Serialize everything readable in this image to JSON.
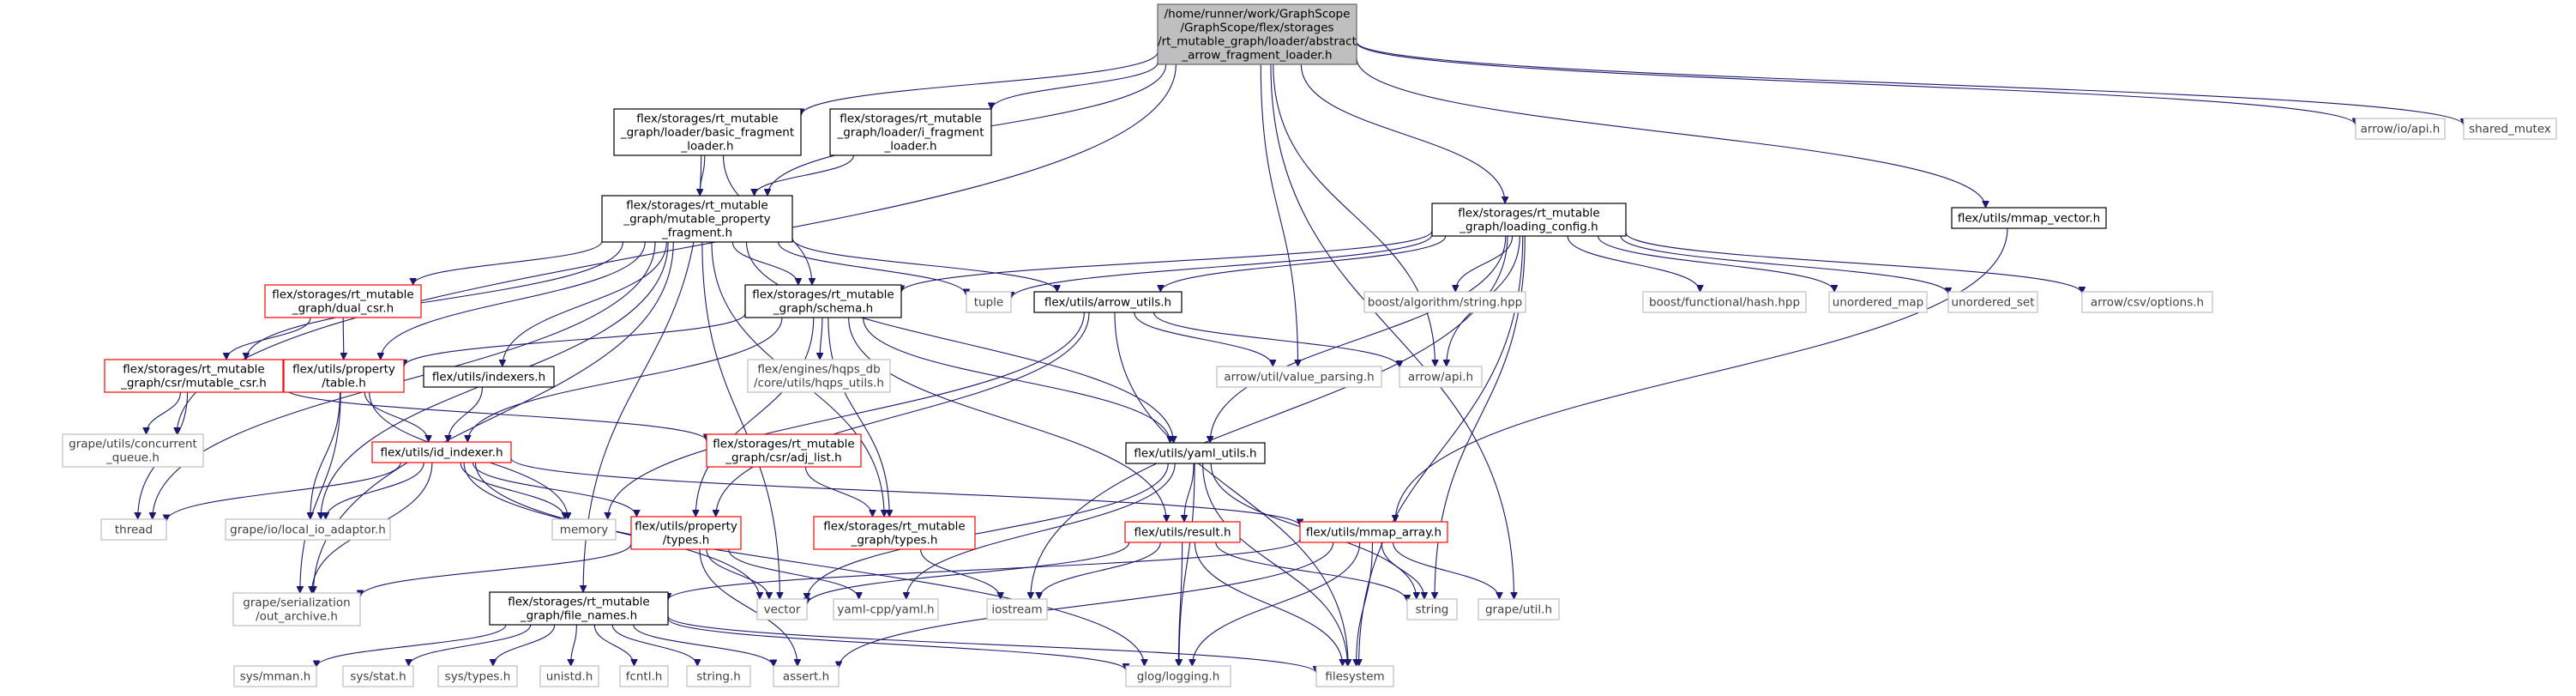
{
  "colors": {
    "edge": "#191970",
    "node_text": "#000000",
    "external_text": "#404040",
    "external_border": "#bfbfbf",
    "local_border": "#000000",
    "incomplete_border": "#ff0000",
    "root_fill": "#bfbfbf",
    "node_fill": "#ffffff"
  },
  "nodes": [
    {
      "id": "root",
      "lines": [
        "/home/runner/work/GraphScope",
        "/GraphScope/flex/storages",
        "/rt_mutable_graph/loader/abstract",
        "_arrow_fragment_loader.h"
      ],
      "kind": "root"
    },
    {
      "id": "basic_loader",
      "lines": [
        "flex/storages/rt_mutable",
        "_graph/loader/basic_fragment",
        "_loader.h"
      ],
      "kind": "local"
    },
    {
      "id": "i_loader",
      "lines": [
        "flex/storages/rt_mutable",
        "_graph/loader/i_fragment",
        "_loader.h"
      ],
      "kind": "local"
    },
    {
      "id": "loading_config",
      "lines": [
        "flex/storages/rt_mutable",
        "_graph/loading_config.h"
      ],
      "kind": "local"
    },
    {
      "id": "mmap_vector",
      "lines": [
        "flex/utils/mmap_vector.h"
      ],
      "kind": "local"
    },
    {
      "id": "arrow_io_api",
      "lines": [
        "arrow/io/api.h"
      ],
      "kind": "external"
    },
    {
      "id": "shared_mutex",
      "lines": [
        "shared_mutex"
      ],
      "kind": "external"
    },
    {
      "id": "mutable_fragment",
      "lines": [
        "flex/storages/rt_mutable",
        "_graph/mutable_property",
        "_fragment.h"
      ],
      "kind": "local"
    },
    {
      "id": "dual_csr",
      "lines": [
        "flex/storages/rt_mutable",
        "_graph/dual_csr.h"
      ],
      "kind": "incomplete"
    },
    {
      "id": "schema",
      "lines": [
        "flex/storages/rt_mutable",
        "_graph/schema.h"
      ],
      "kind": "local"
    },
    {
      "id": "tuple",
      "lines": [
        "tuple"
      ],
      "kind": "external"
    },
    {
      "id": "arrow_utils",
      "lines": [
        "flex/utils/arrow_utils.h"
      ],
      "kind": "local"
    },
    {
      "id": "boost_string",
      "lines": [
        "boost/algorithm/string.hpp"
      ],
      "kind": "external"
    },
    {
      "id": "boost_hash",
      "lines": [
        "boost/functional/hash.hpp"
      ],
      "kind": "external"
    },
    {
      "id": "unordered_map",
      "lines": [
        "unordered_map"
      ],
      "kind": "external"
    },
    {
      "id": "unordered_set",
      "lines": [
        "unordered_set"
      ],
      "kind": "external"
    },
    {
      "id": "arrow_csv",
      "lines": [
        "arrow/csv/options.h"
      ],
      "kind": "external"
    },
    {
      "id": "mutable_csr",
      "lines": [
        "flex/storages/rt_mutable",
        "_graph/csr/mutable_csr.h"
      ],
      "kind": "incomplete"
    },
    {
      "id": "property_table",
      "lines": [
        "flex/utils/property",
        "/table.h"
      ],
      "kind": "incomplete"
    },
    {
      "id": "indexers",
      "lines": [
        "flex/utils/indexers.h"
      ],
      "kind": "local"
    },
    {
      "id": "hqps_utils",
      "lines": [
        "flex/engines/hqps_db",
        "/core/utils/hqps_utils.h"
      ],
      "kind": "external"
    },
    {
      "id": "value_parsing",
      "lines": [
        "arrow/util/value_parsing.h"
      ],
      "kind": "external"
    },
    {
      "id": "arrow_api",
      "lines": [
        "arrow/api.h"
      ],
      "kind": "external"
    },
    {
      "id": "concurrent_queue",
      "lines": [
        "grape/utils/concurrent",
        "_queue.h"
      ],
      "kind": "external"
    },
    {
      "id": "id_indexer",
      "lines": [
        "flex/utils/id_indexer.h"
      ],
      "kind": "incomplete"
    },
    {
      "id": "adj_list",
      "lines": [
        "flex/storages/rt_mutable",
        "_graph/csr/adj_list.h"
      ],
      "kind": "incomplete"
    },
    {
      "id": "yaml_utils",
      "lines": [
        "flex/utils/yaml_utils.h"
      ],
      "kind": "local"
    },
    {
      "id": "thread",
      "lines": [
        "thread"
      ],
      "kind": "external"
    },
    {
      "id": "local_io",
      "lines": [
        "grape/io/local_io_adaptor.h"
      ],
      "kind": "external"
    },
    {
      "id": "memory",
      "lines": [
        "memory"
      ],
      "kind": "external"
    },
    {
      "id": "prop_types",
      "lines": [
        "flex/utils/property",
        "/types.h"
      ],
      "kind": "incomplete"
    },
    {
      "id": "graph_types",
      "lines": [
        "flex/storages/rt_mutable",
        "_graph/types.h"
      ],
      "kind": "incomplete"
    },
    {
      "id": "result",
      "lines": [
        "flex/utils/result.h"
      ],
      "kind": "incomplete"
    },
    {
      "id": "mmap_array",
      "lines": [
        "flex/utils/mmap_array.h"
      ],
      "kind": "incomplete"
    },
    {
      "id": "out_archive",
      "lines": [
        "grape/serialization",
        "/out_archive.h"
      ],
      "kind": "external"
    },
    {
      "id": "vector",
      "lines": [
        "vector"
      ],
      "kind": "external"
    },
    {
      "id": "yaml_cpp",
      "lines": [
        "yaml-cpp/yaml.h"
      ],
      "kind": "external"
    },
    {
      "id": "iostream",
      "lines": [
        "iostream"
      ],
      "kind": "external"
    },
    {
      "id": "string",
      "lines": [
        "string"
      ],
      "kind": "external"
    },
    {
      "id": "grape_util",
      "lines": [
        "grape/util.h"
      ],
      "kind": "external"
    },
    {
      "id": "file_names",
      "lines": [
        "flex/storages/rt_mutable",
        "_graph/file_names.h"
      ],
      "kind": "local"
    },
    {
      "id": "sys_mman",
      "lines": [
        "sys/mman.h"
      ],
      "kind": "external"
    },
    {
      "id": "sys_stat",
      "lines": [
        "sys/stat.h"
      ],
      "kind": "external"
    },
    {
      "id": "sys_types",
      "lines": [
        "sys/types.h"
      ],
      "kind": "external"
    },
    {
      "id": "unistd",
      "lines": [
        "unistd.h"
      ],
      "kind": "external"
    },
    {
      "id": "fcntl",
      "lines": [
        "fcntl.h"
      ],
      "kind": "external"
    },
    {
      "id": "string_h",
      "lines": [
        "string.h"
      ],
      "kind": "external"
    },
    {
      "id": "assert",
      "lines": [
        "assert.h"
      ],
      "kind": "external"
    },
    {
      "id": "glog",
      "lines": [
        "glog/logging.h"
      ],
      "kind": "external"
    },
    {
      "id": "filesystem",
      "lines": [
        "filesystem"
      ],
      "kind": "external"
    }
  ],
  "edges": [
    [
      "root",
      "basic_loader"
    ],
    [
      "root",
      "i_loader"
    ],
    [
      "root",
      "mutable_fragment"
    ],
    [
      "root",
      "loading_config"
    ],
    [
      "root",
      "mmap_vector"
    ],
    [
      "root",
      "arrow_io_api"
    ],
    [
      "root",
      "shared_mutex"
    ],
    [
      "root",
      "concurrent_queue"
    ],
    [
      "root",
      "value_parsing"
    ],
    [
      "root",
      "arrow_api"
    ],
    [
      "root",
      "grape_util"
    ],
    [
      "basic_loader",
      "mutable_fragment"
    ],
    [
      "basic_loader",
      "schema"
    ],
    [
      "basic_loader",
      "file_names"
    ],
    [
      "i_loader",
      "mutable_fragment"
    ],
    [
      "mutable_fragment",
      "schema"
    ],
    [
      "mutable_fragment",
      "dual_csr"
    ],
    [
      "mutable_fragment",
      "mutable_csr"
    ],
    [
      "mutable_fragment",
      "property_table"
    ],
    [
      "mutable_fragment",
      "indexers"
    ],
    [
      "mutable_fragment",
      "tuple"
    ],
    [
      "mutable_fragment",
      "arrow_utils"
    ],
    [
      "mutable_fragment",
      "yaml_utils"
    ],
    [
      "mutable_fragment",
      "graph_types"
    ],
    [
      "mutable_fragment",
      "vector"
    ],
    [
      "mutable_fragment",
      "thread"
    ],
    [
      "mutable_fragment",
      "local_io"
    ],
    [
      "mutable_fragment",
      "out_archive"
    ],
    [
      "loading_config",
      "schema"
    ],
    [
      "loading_config",
      "tuple"
    ],
    [
      "loading_config",
      "arrow_utils"
    ],
    [
      "loading_config",
      "boost_string"
    ],
    [
      "loading_config",
      "boost_hash"
    ],
    [
      "loading_config",
      "unordered_map"
    ],
    [
      "loading_config",
      "unordered_set"
    ],
    [
      "loading_config",
      "arrow_csv"
    ],
    [
      "loading_config",
      "arrow_api"
    ],
    [
      "loading_config",
      "yaml_utils"
    ],
    [
      "loading_config",
      "iostream"
    ],
    [
      "loading_config",
      "string"
    ],
    [
      "loading_config",
      "filesystem"
    ],
    [
      "mmap_vector",
      "mmap_array"
    ],
    [
      "dual_csr",
      "mutable_csr"
    ],
    [
      "dual_csr",
      "property_table"
    ],
    [
      "schema",
      "property_table"
    ],
    [
      "schema",
      "id_indexer"
    ],
    [
      "schema",
      "hqps_utils"
    ],
    [
      "schema",
      "yaml_utils"
    ],
    [
      "schema",
      "prop_types"
    ],
    [
      "schema",
      "graph_types"
    ],
    [
      "schema",
      "result"
    ],
    [
      "arrow_utils",
      "value_parsing"
    ],
    [
      "arrow_utils",
      "arrow_api"
    ],
    [
      "arrow_utils",
      "memory"
    ],
    [
      "arrow_utils",
      "prop_types"
    ],
    [
      "arrow_utils",
      "filesystem"
    ],
    [
      "mutable_csr",
      "concurrent_queue"
    ],
    [
      "mutable_csr",
      "thread"
    ],
    [
      "mutable_csr",
      "adj_list"
    ],
    [
      "property_table",
      "id_indexer"
    ],
    [
      "property_table",
      "memory"
    ],
    [
      "property_table",
      "local_io"
    ],
    [
      "property_table",
      "out_archive"
    ],
    [
      "indexers",
      "id_indexer"
    ],
    [
      "id_indexer",
      "thread"
    ],
    [
      "id_indexer",
      "local_io"
    ],
    [
      "id_indexer",
      "memory"
    ],
    [
      "id_indexer",
      "prop_types"
    ],
    [
      "id_indexer",
      "out_archive"
    ],
    [
      "id_indexer",
      "vector"
    ],
    [
      "id_indexer",
      "mmap_array"
    ],
    [
      "id_indexer",
      "glog"
    ],
    [
      "adj_list",
      "graph_types"
    ],
    [
      "yaml_utils",
      "result"
    ],
    [
      "yaml_utils",
      "yaml_cpp"
    ],
    [
      "yaml_utils",
      "vector"
    ],
    [
      "yaml_utils",
      "string"
    ],
    [
      "yaml_utils",
      "glog"
    ],
    [
      "yaml_utils",
      "filesystem"
    ],
    [
      "prop_types",
      "out_archive"
    ],
    [
      "prop_types",
      "vector"
    ],
    [
      "prop_types",
      "yaml_cpp"
    ],
    [
      "prop_types",
      "assert"
    ],
    [
      "graph_types",
      "iostream"
    ],
    [
      "result",
      "iostream"
    ],
    [
      "result",
      "string"
    ],
    [
      "result",
      "glog"
    ],
    [
      "result",
      "filesystem"
    ],
    [
      "result",
      "vector"
    ],
    [
      "mmap_array",
      "file_names"
    ],
    [
      "mmap_array",
      "string"
    ],
    [
      "mmap_array",
      "grape_util"
    ],
    [
      "mmap_array",
      "glog"
    ],
    [
      "mmap_array",
      "filesystem"
    ],
    [
      "mmap_array",
      "assert"
    ],
    [
      "file_names",
      "sys_mman"
    ],
    [
      "file_names",
      "sys_stat"
    ],
    [
      "file_names",
      "sys_types"
    ],
    [
      "file_names",
      "unistd"
    ],
    [
      "file_names",
      "fcntl"
    ],
    [
      "file_names",
      "string_h"
    ],
    [
      "file_names",
      "assert"
    ],
    [
      "file_names",
      "glog"
    ],
    [
      "file_names",
      "filesystem"
    ]
  ]
}
